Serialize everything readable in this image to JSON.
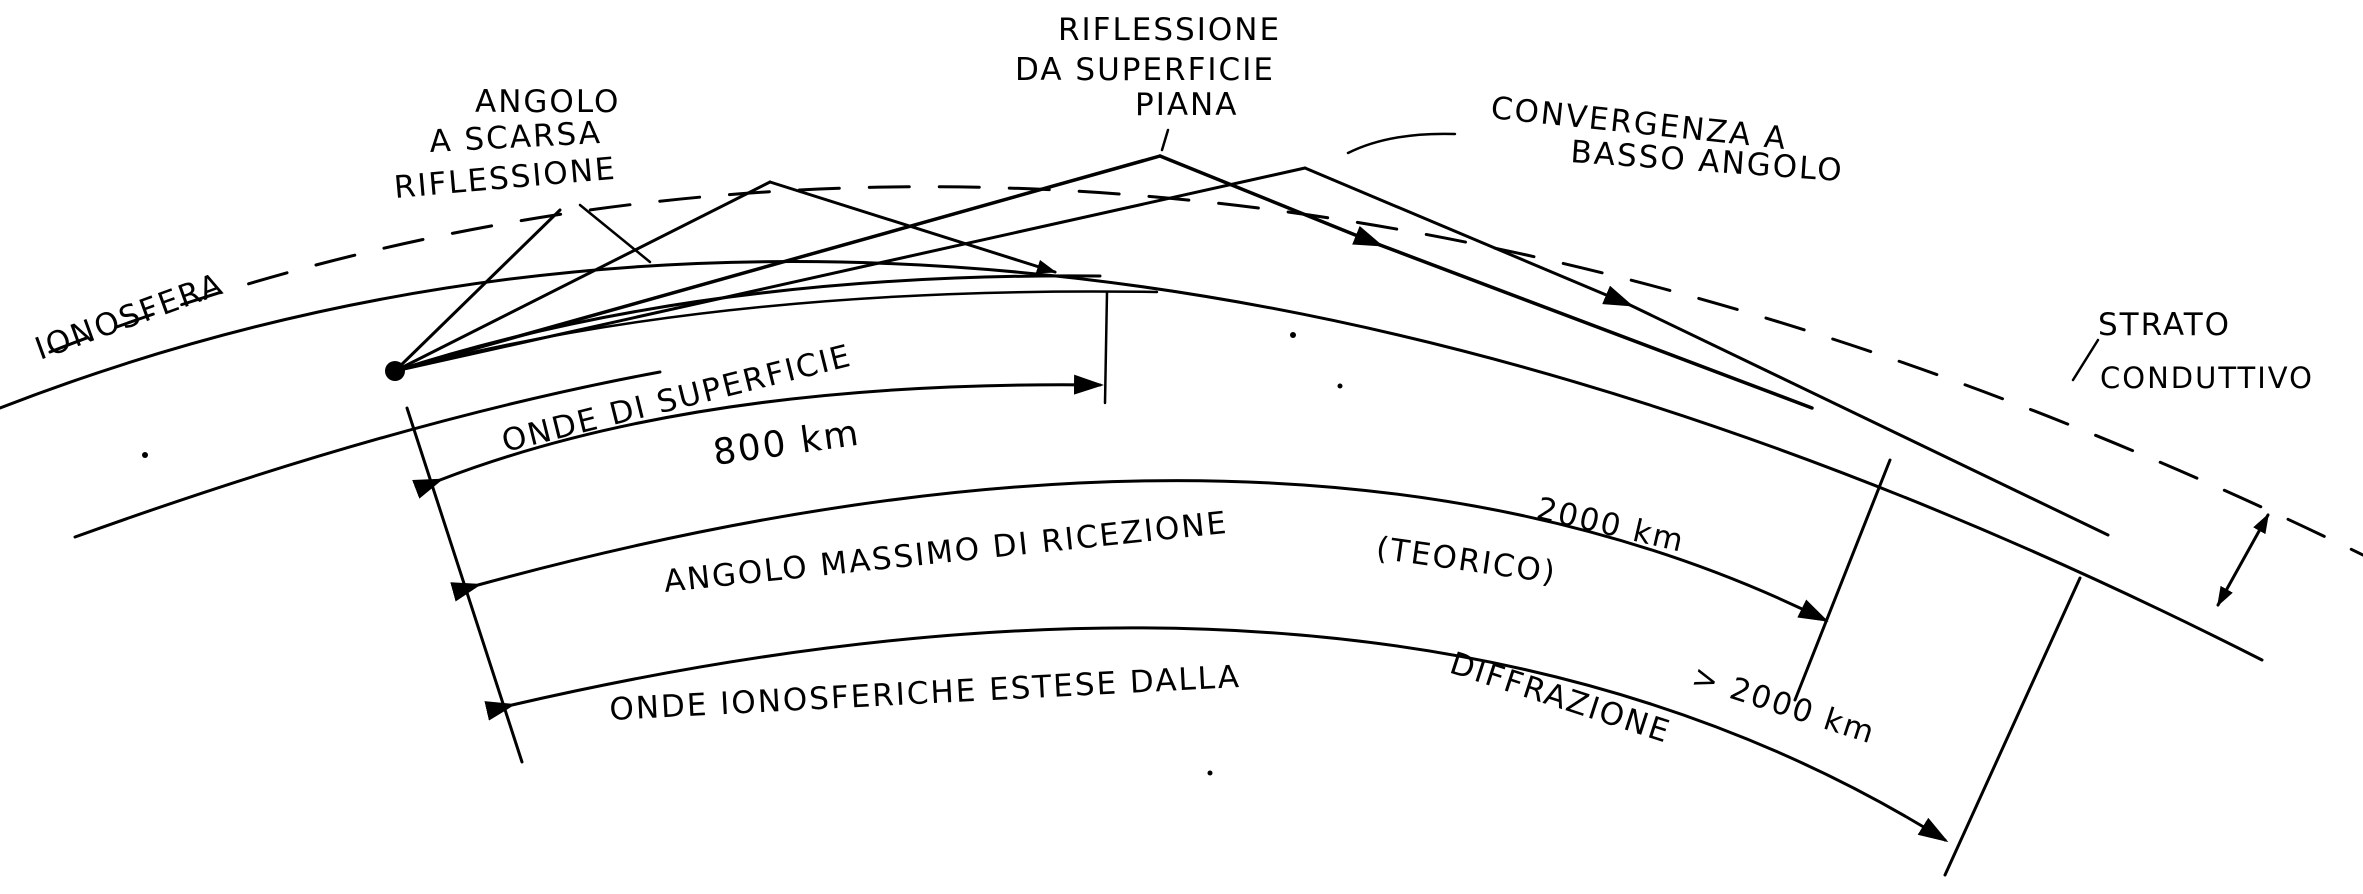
{
  "labels": {
    "ionosfera": "IONOSFERA",
    "angolo_line1": "ANGOLO",
    "angolo_line2": "A SCARSA",
    "angolo_line3": "RIFLESSIONE",
    "riflessione_line1": "RIFLESSIONE",
    "riflessione_line2": "DA SUPERFICIE",
    "riflessione_line3": "PIANA",
    "convergenza_line1": "CONVERGENZA A",
    "convergenza_line2": "BASSO ANGOLO",
    "strato_line1": "STRATO",
    "strato_line2": "CONDUTTIVO",
    "onde_superficie": "ONDE DI SUPERFICIE",
    "dist_800": "800 km",
    "angolo_massimo": "ANGOLO MASSIMO DI RICEZIONE",
    "teorico": "(TEORICO)",
    "dist_2000": "2000 km",
    "onde_ionosferiche": "ONDE IONOSFERICHE ESTESE DALLA",
    "diffrazione": "DIFFRAZIONE",
    "dist_gt_2000": "> 2000 km"
  }
}
